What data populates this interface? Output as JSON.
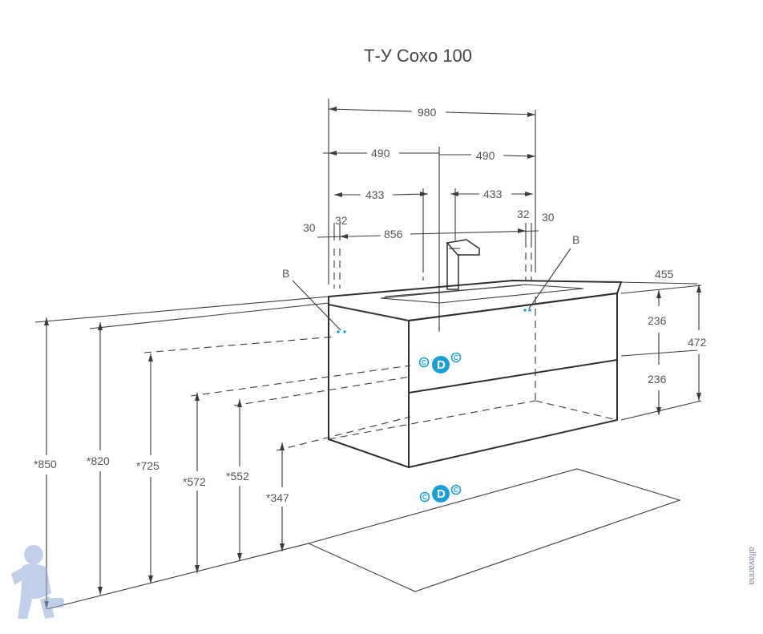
{
  "title": "Т-У Coxo 100",
  "dimensions": {
    "overall_width": "980",
    "half_left": "490",
    "half_right": "490",
    "offset_left": "433",
    "offset_right": "433",
    "inner_width": "856",
    "edge_left_30": "30",
    "edge_left_32": "32",
    "edge_right_32": "32",
    "edge_right_30": "30",
    "depth": "455",
    "drawer_top": "236",
    "drawer_bottom": "236",
    "total_height": "472",
    "h_850": "*850",
    "h_820": "*820",
    "h_725": "*725",
    "h_572": "*572",
    "h_552": "*552",
    "h_347": "*347"
  },
  "labels": {
    "water_left": "B",
    "water_right": "B",
    "drain_letter": "D",
    "cold_letter": "C"
  },
  "watermark": "alfavanna",
  "colors": {
    "line": "#3a3a3a",
    "connection_marker": "#1a9fd0",
    "mascot": "#8fa9d8"
  },
  "icons": [
    "plumber-mascot-icon",
    "drain-marker-icon",
    "faucet-icon"
  ]
}
